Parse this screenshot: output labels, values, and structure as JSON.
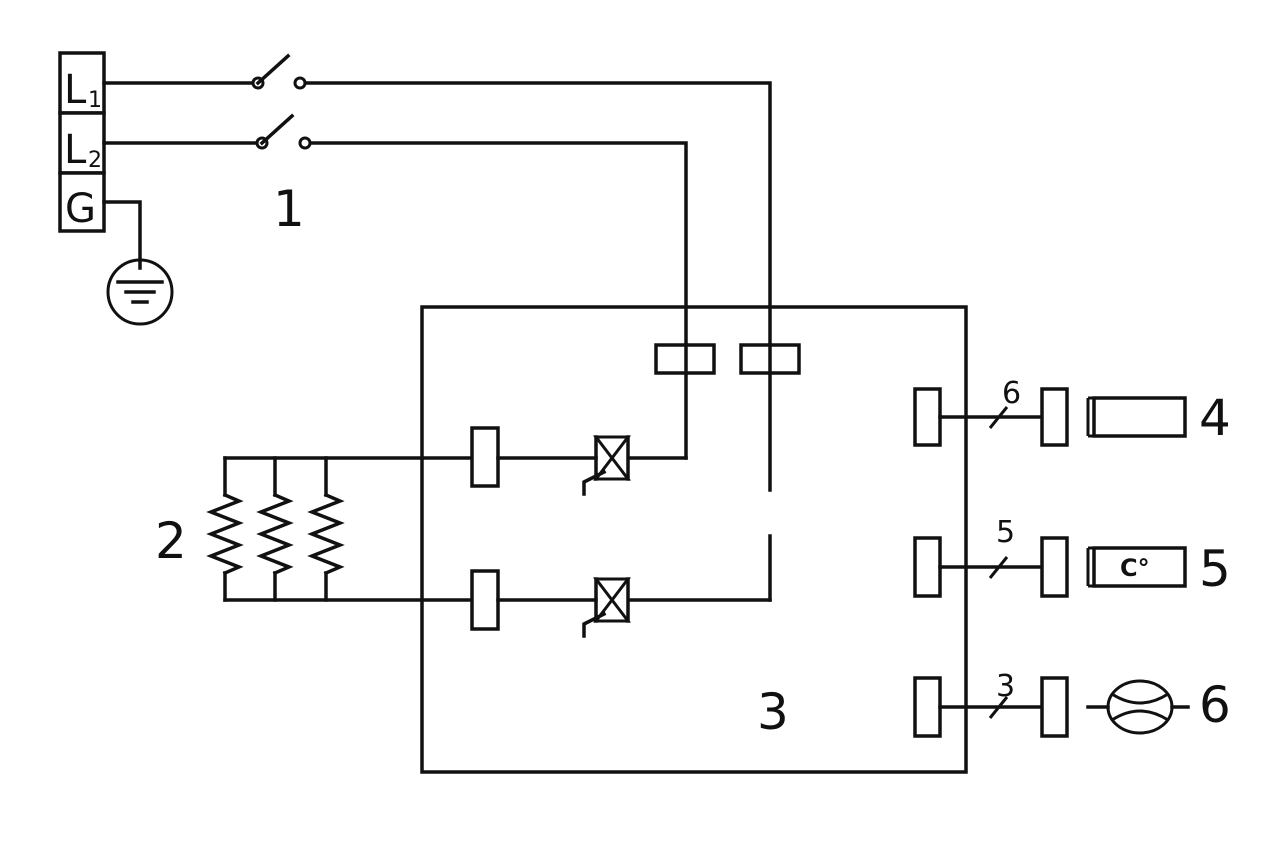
{
  "terminals": {
    "l1": {
      "letter": "L",
      "sub": "1"
    },
    "l2": {
      "letter": "L",
      "sub": "2"
    },
    "g": "G"
  },
  "labels": {
    "switch": "1",
    "heater": "2",
    "controller": "3",
    "display": "4",
    "temperature_gauge": "5",
    "sensor": "6"
  },
  "wire_counts": {
    "display": "6",
    "temperature_gauge": "5",
    "sensor": "3"
  },
  "gauge_text": "C°"
}
